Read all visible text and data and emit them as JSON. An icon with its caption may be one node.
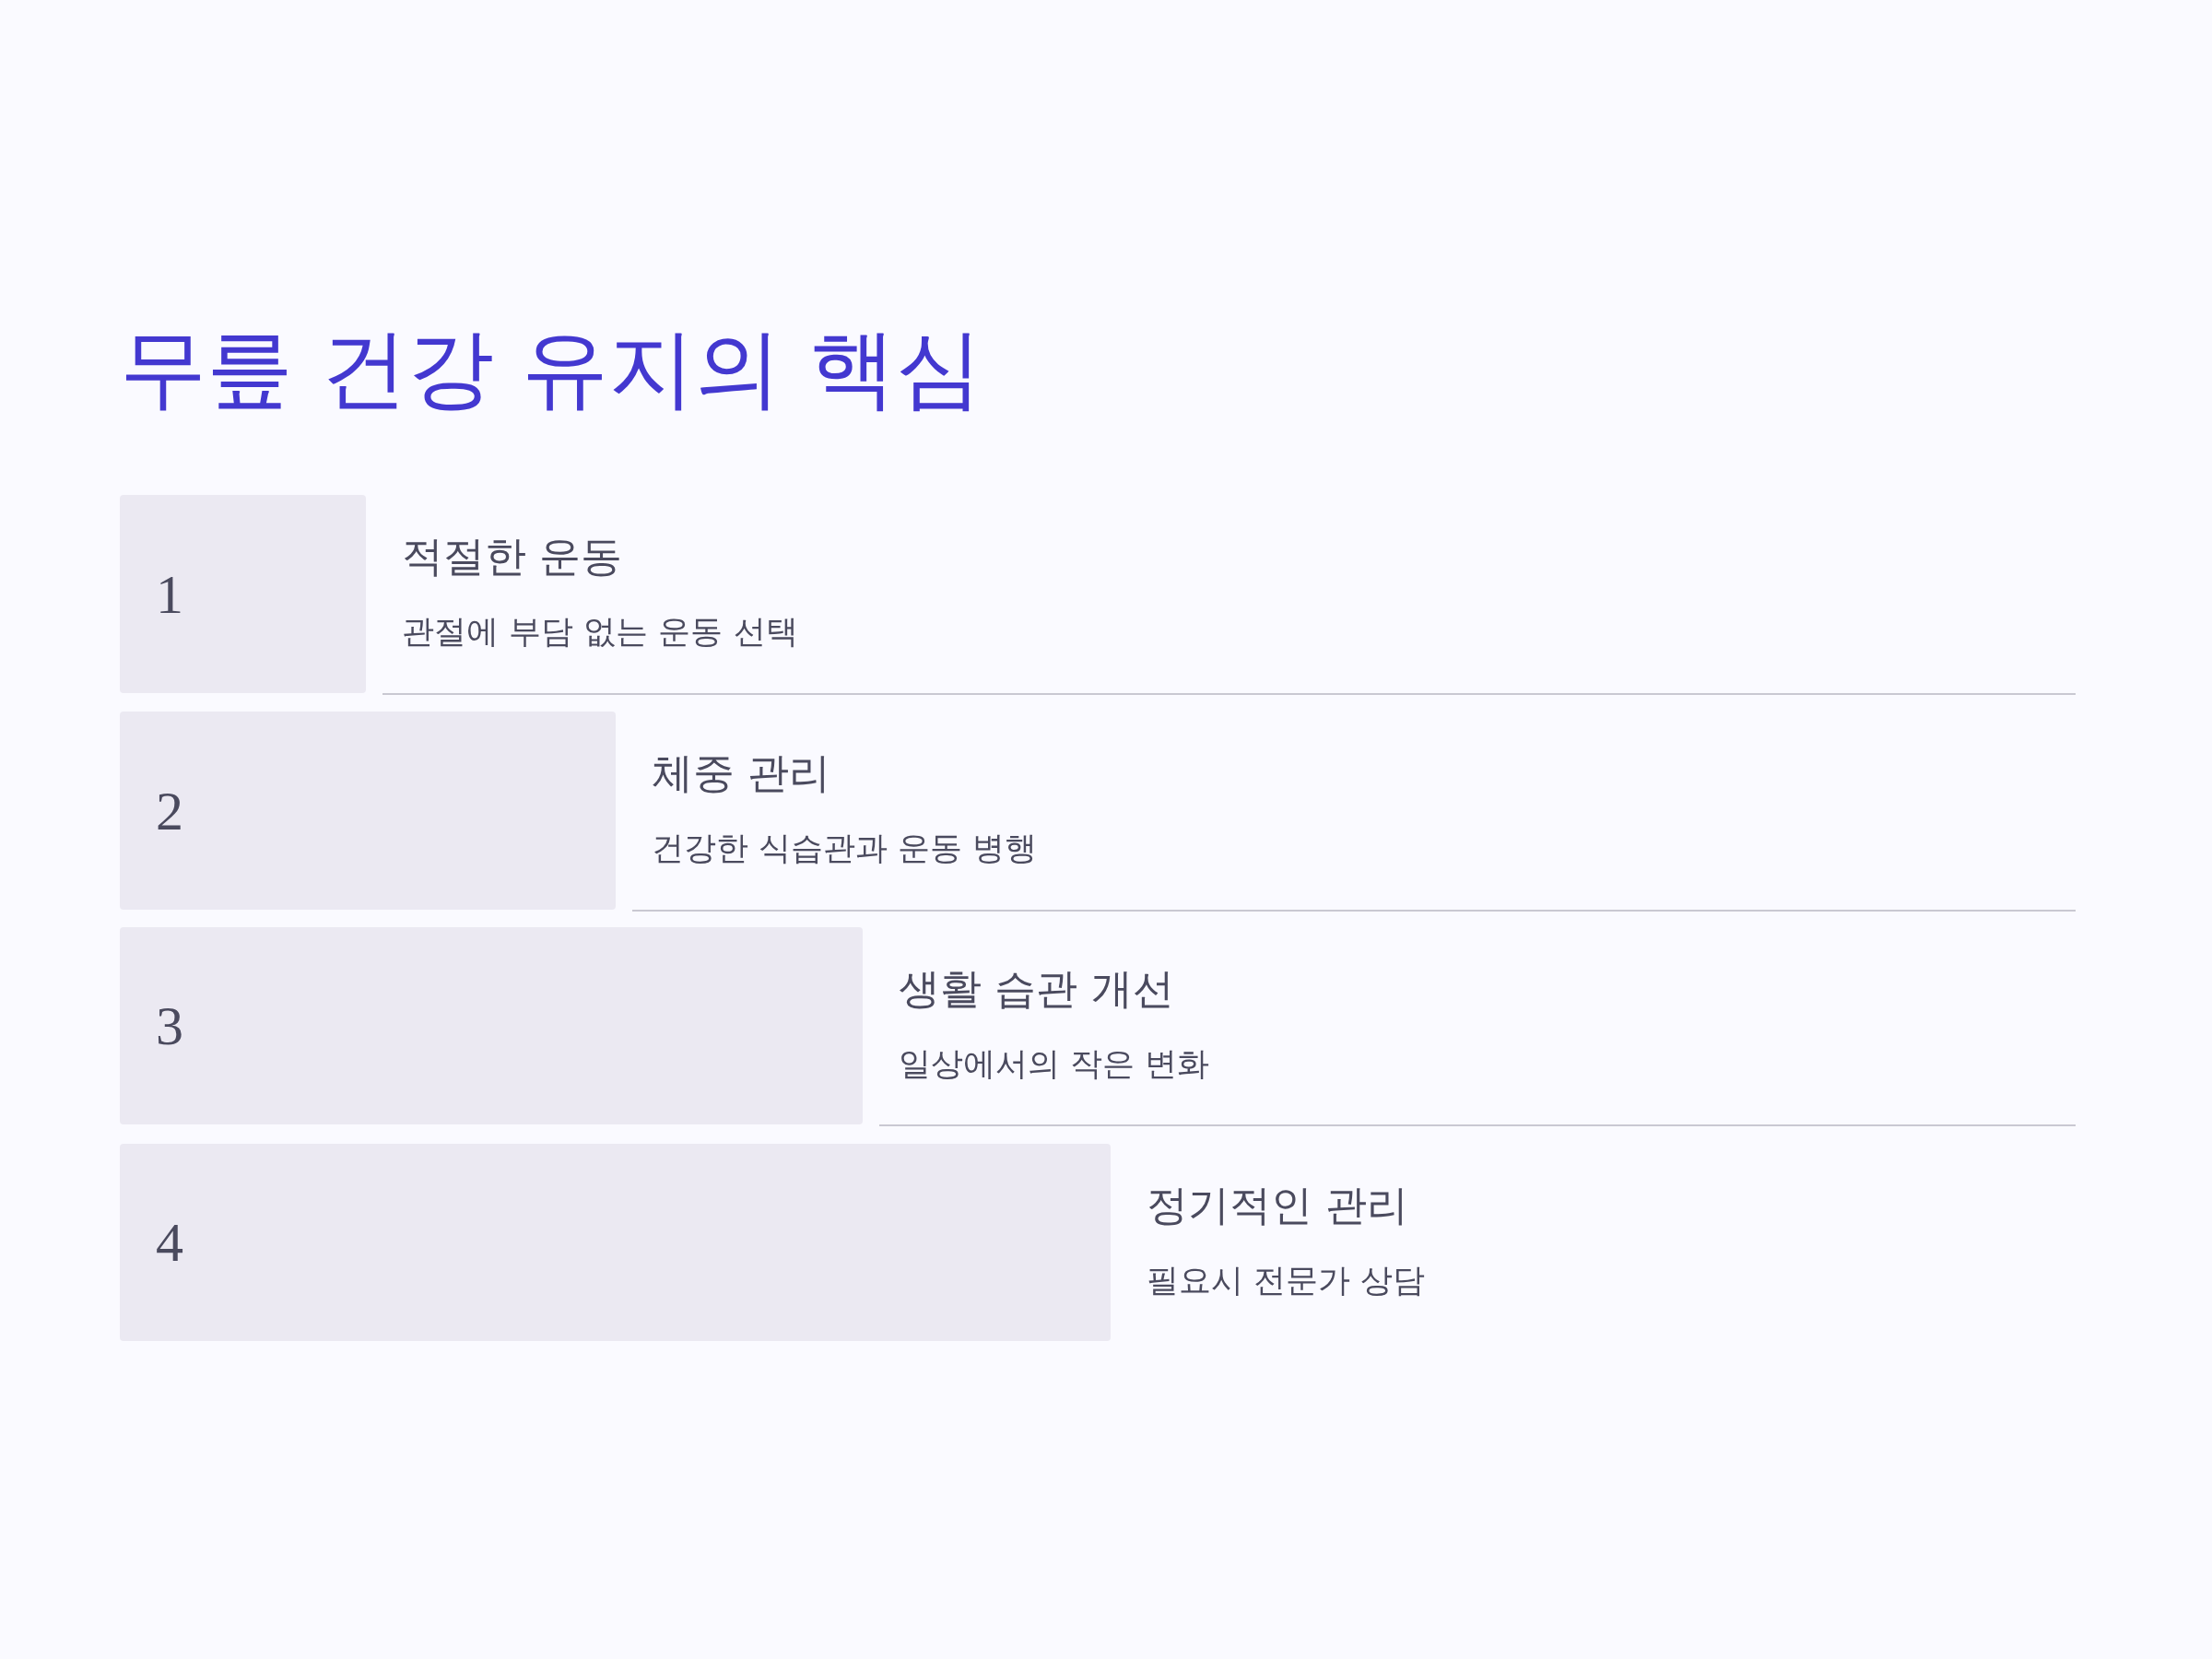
{
  "diagram": {
    "title": "무릎 건강 유지의 핵심",
    "nodes": [
      {
        "text": [
          "1"
        ],
        "beside": [
          "적절한 운동",
          "관절에 부담 없는 운동 선택"
        ]
      },
      {
        "text": [
          "2"
        ],
        "beside": [
          "체중 관리",
          "건강한 식습관과 운동 병행"
        ]
      },
      {
        "text": [
          "3"
        ],
        "beside": [
          "생활 습관 개선",
          "일상에서의 작은 변화"
        ]
      },
      {
        "text": [
          "4"
        ],
        "beside": [
          "정기적인 관리",
          "필요시 전문가 상담"
        ]
      }
    ]
  }
}
